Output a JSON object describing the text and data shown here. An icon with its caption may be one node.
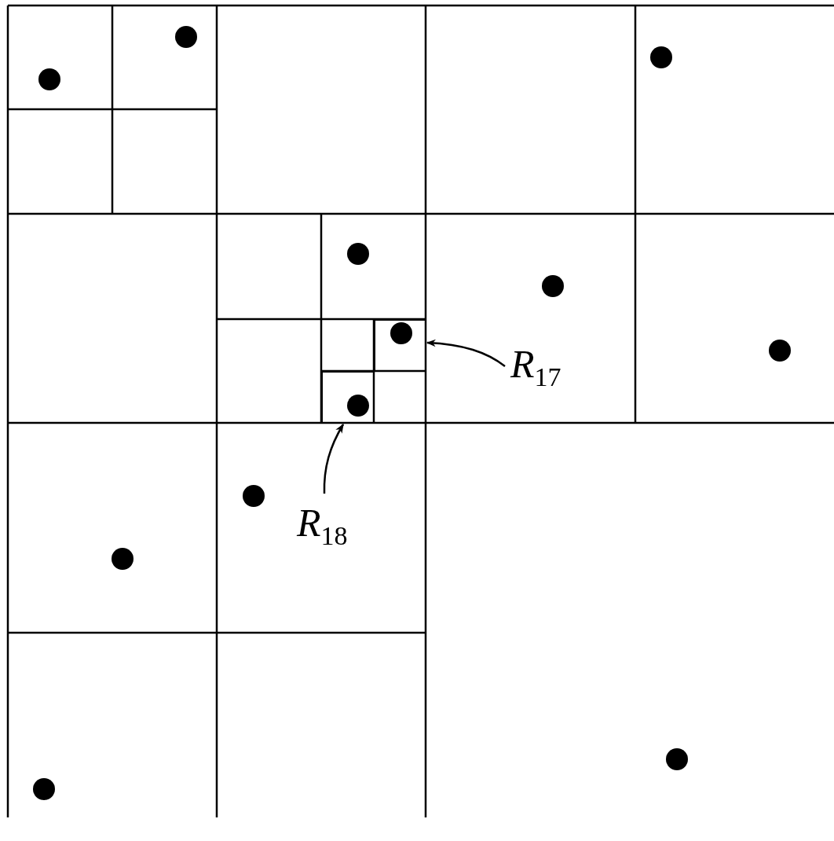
{
  "diagram": {
    "nodes": [
      {
        "text": [
          "*R*$_{17}$"
        ]
      },
      {
        "text": [
          "*R*$_{18}$"
        ]
      },
      {
        "text": [],
        "shape": "box"
      },
      {
        "text": [],
        "shape": "box"
      }
    ],
    "edges": [
      {
        "from": 0,
        "to": 2,
        "arrow": "to"
      },
      {
        "from": 1,
        "to": 3,
        "arrow": "to"
      }
    ]
  }
}
